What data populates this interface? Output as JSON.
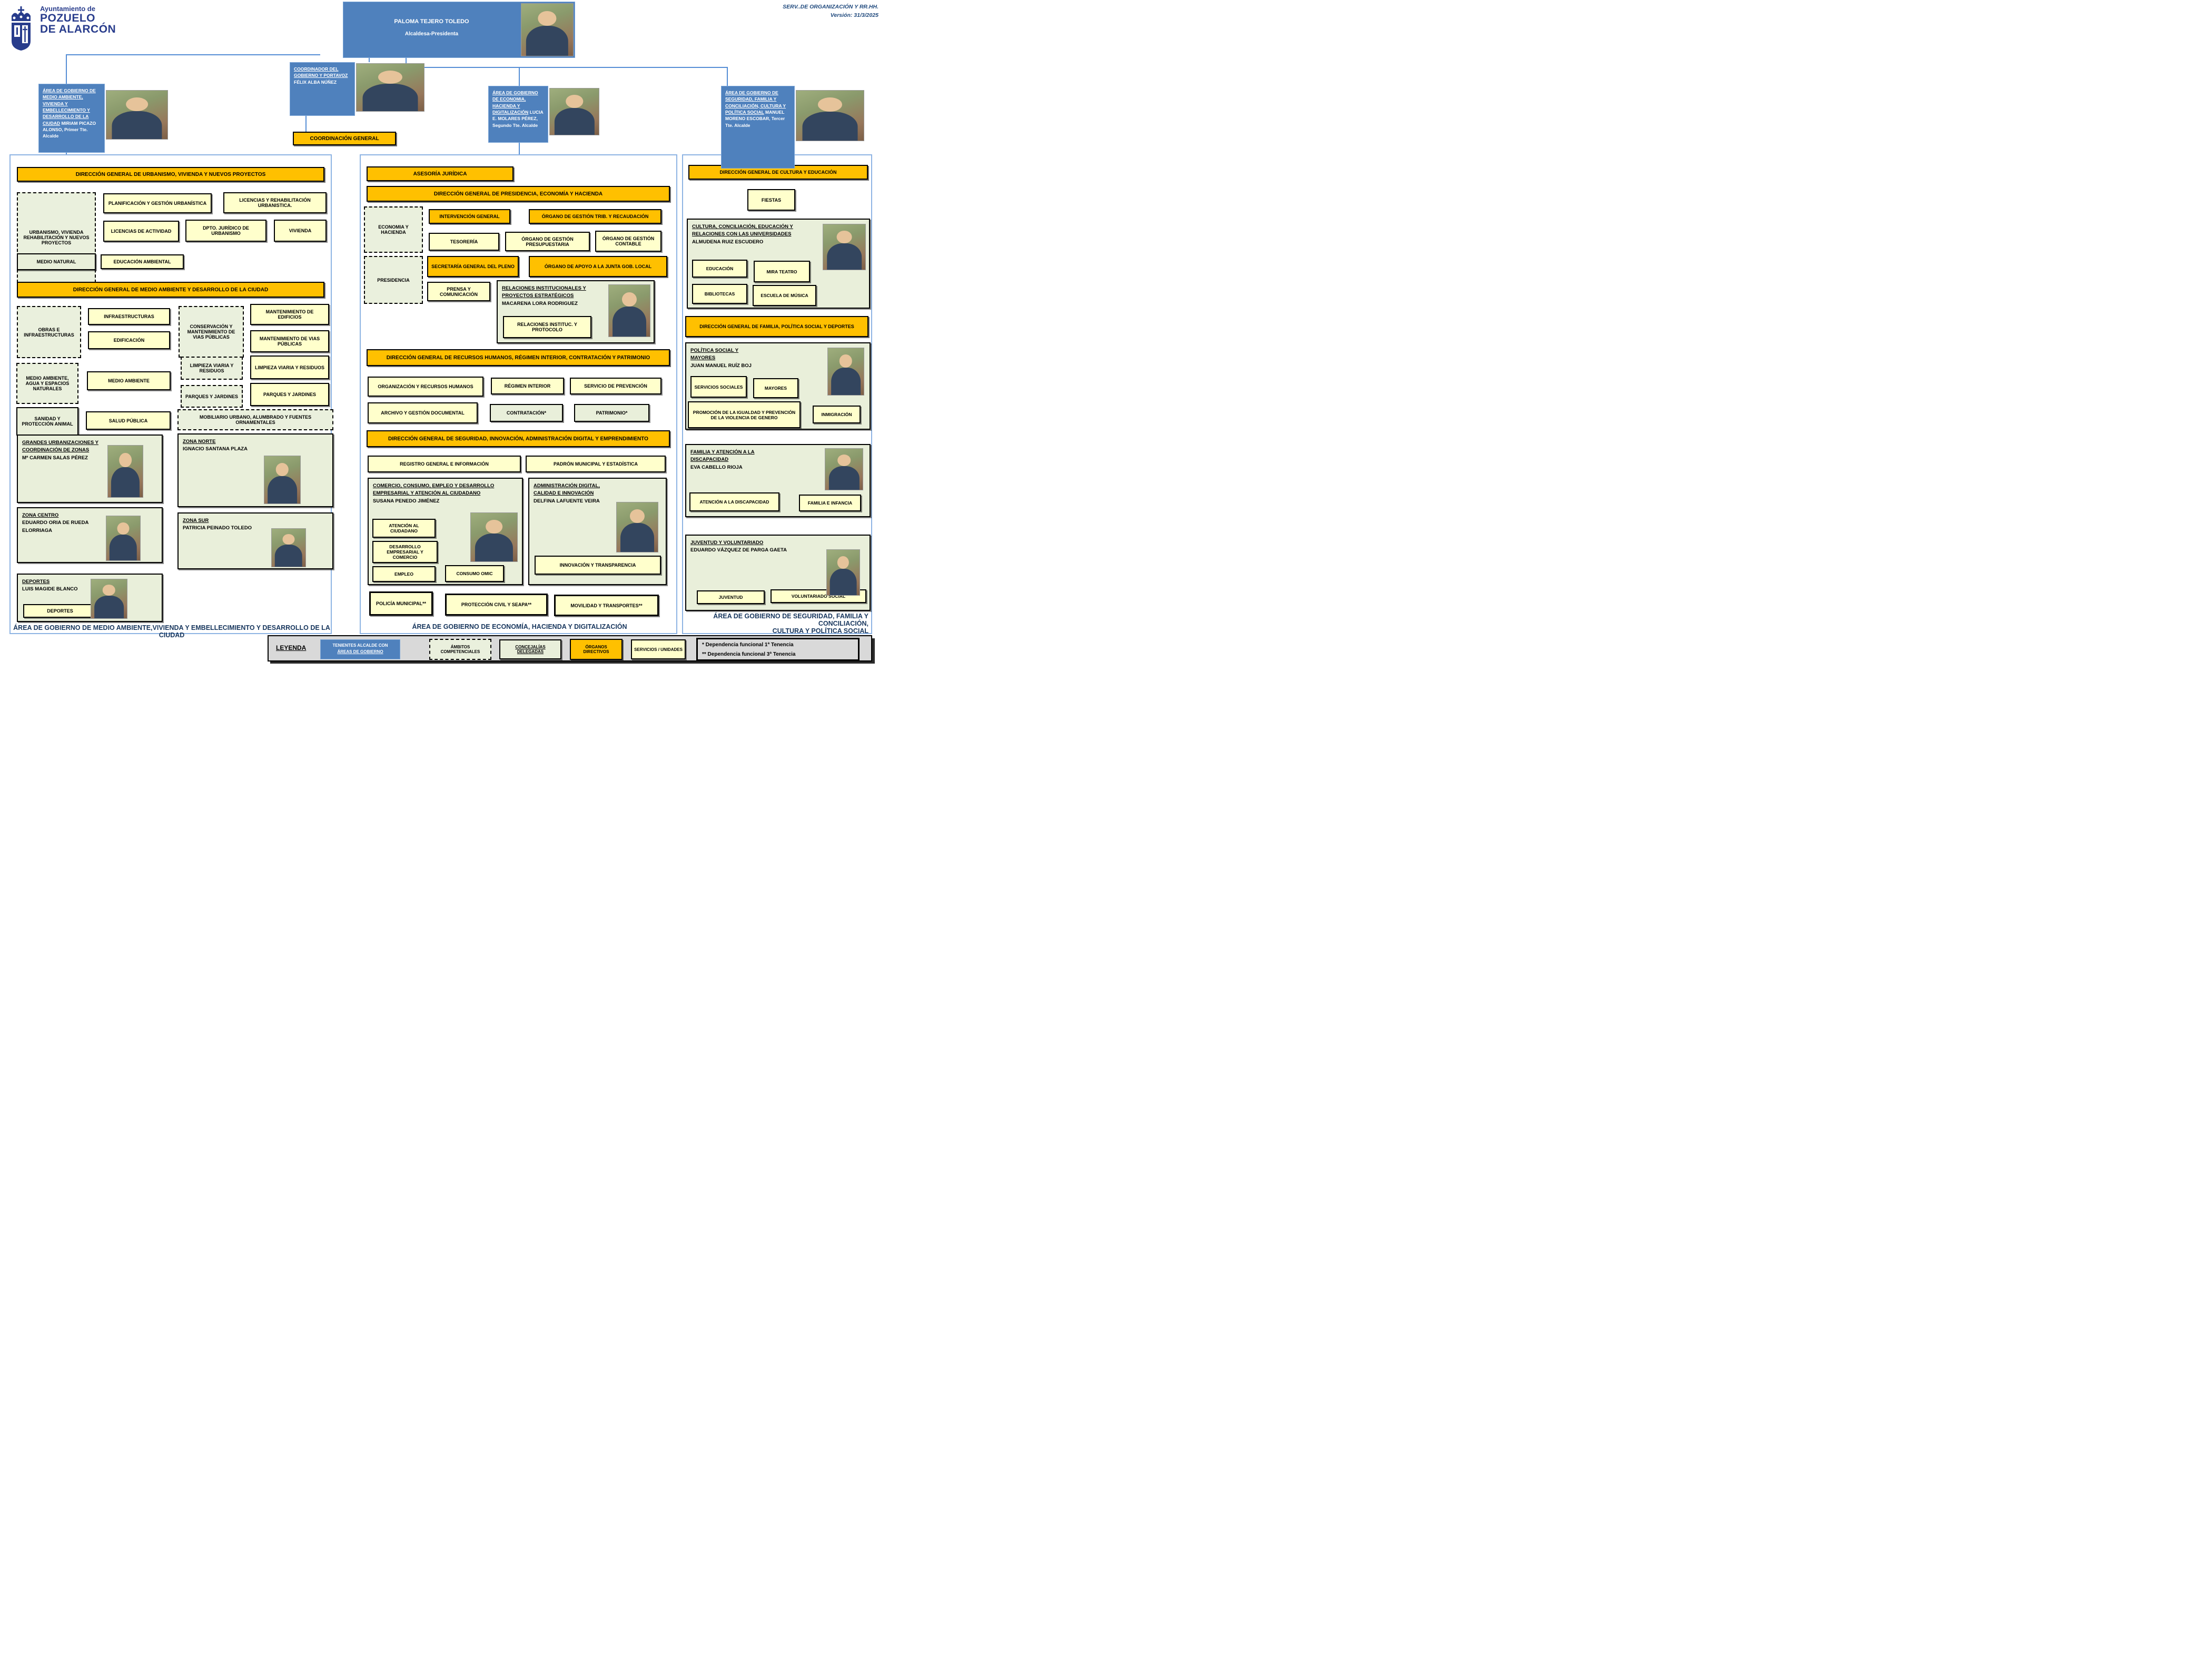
{
  "logo": {
    "line1": "Ayuntamiento de",
    "line2": "POZUELO",
    "line3": "DE ALARCÓN"
  },
  "version": {
    "line1": "SERV..DE ORGANIZACIÓN Y RR.HH.",
    "line2": "Versión: 31/3/2025"
  },
  "mayor": {
    "name": "PALOMA TEJERO TOLEDO",
    "title": "Alcaldesa-Presidenta"
  },
  "coordinator": {
    "area": "COORDINADOR DEL GOBIERNO Y PORTAVOZ",
    "holder": "FÉLIX ALBA NÚÑEZ",
    "unit": "COORDINACIÓN GENERAL"
  },
  "tenientes": {
    "t1": {
      "area": "ÁREA DE  GOBIERNO DE MEDIO AMBIENTE, VIVIENDA Y EMBELLECIMIENTO Y DESARROLLO DE LA CIUDAD",
      "holder": "MIRIAM PICAZO ALONSO, Primer Tte. Alcalde"
    },
    "t2": {
      "area": "ÁREA DE GOBIERNO DE ECONOMIA, HACIENDA Y DIGITALIZACIÓN",
      "holder": "LUCIA E. MOLARES PÉREZ, Segundo Tte. Alcalde"
    },
    "t3": {
      "area": "ÁREA DE GOBIERNO DE SEGURIDAD, FAMILIA Y CONCILIACIÓN, CULTURA Y POLÍTICA SOCIAL",
      "holder": "MANUEL MORENO ESCOBAR, Tercer Tte. Alcalde"
    }
  },
  "left": {
    "dg_urbanismo": "DIRECCIÓN GENERAL DE URBANISMO, VIVIENDA Y NUEVOS PROYECTOS",
    "ambito_urbanismo": "URBANISMO, VIVIENDA REHABILITACIÓN Y NUEVOS PROYECTOS",
    "planificacion": "PLANIFICACIÓN Y GESTIÓN URBANÍSTICA",
    "licencias_rehab": "LICENCIAS Y REHABILITACIÓN URBANISTICA.",
    "licencias_actividad": "LICENCIAS DE ACTIVIDAD",
    "dpto_juridico": "DPTO. JURÍDICO DE URBANISMO",
    "vivienda": "VIVIENDA",
    "medio_natural": "MEDIO NATURAL",
    "educacion_ambiental": "EDUCACIÓN AMBIENTAL",
    "dg_medioambiente": "DIRECCIÓN GENERAL DE MEDIO AMBIENTE Y DESARROLLO DE LA CIUDAD",
    "obras": "OBRAS E INFRAESTRUCTURAS",
    "infraestructuras": "INFRAESTRUCTURAS",
    "edificacion": "EDIFICACIÓN",
    "conservacion": "CONSERVACIÓN Y MANTENIMIENTO DE VIAS PÚBLICAS",
    "mant_edificios": "MANTENIMIENTO DE EDIFICIOS",
    "mant_vias": "MANTENIMIENTO DE VIAS PÚBLICAS",
    "medio_ambiente_agua": "MEDIO AMBIENTE, AGUA Y ESPACIOS NATURALES",
    "medio_ambiente": "MEDIO AMBIENTE",
    "limpieza_ambito": "LIMPIEZA VIARIA Y RESIDUOS",
    "limpieza": "LIMPIEZA VIARIA Y RESIDUOS",
    "parques_ambito": "PARQUES Y JARDINES",
    "parques": "PARQUES Y JARDINES",
    "sanidad": "SANIDAD Y PROTECCIÓN ANIMAL",
    "salud_publica": "SALUD PÚBLICA",
    "mobiliario": "MOBILIARIO URBANO, ALUMBRADO Y FUENTES ORNAMENTALES",
    "grandes": {
      "area": "GRANDES URBANIZACIONES Y COORDINACIÓN DE ZONAS",
      "holder": "Mª CARMEN SALAS PÉREZ"
    },
    "zona_norte": {
      "area": "ZONA NORTE",
      "holder": "IGNACIO SANTANA PLAZA"
    },
    "zona_centro": {
      "area": "ZONA CENTRO",
      "holder": "EDUARDO ORIA DE RUEDA ELORRIAGA"
    },
    "zona_sur": {
      "area": "ZONA SUR",
      "holder": "PATRICIA PEINADO TOLEDO"
    },
    "deportes": {
      "area": "DEPORTES",
      "holder": "LUIS MAGIDE BLANCO",
      "unit": "DEPORTES"
    },
    "caption": "ÁREA DE GOBIERNO DE MEDIO AMBIENTE,VIVIENDA Y EMBELLECIMIENTO Y DESARROLLO DE LA CIUDAD"
  },
  "middle": {
    "asesoria": "ASESORÍA JURÍDICA",
    "dg_presidencia": "DIRECCIÓN GENERAL DE PRESIDENCIA, ECONOMÍA Y HACIENDA",
    "economia_hacienda": "ECONOMIA Y HACIENDA",
    "intervencion": "INTERVENCIÓN GENERAL",
    "organo_trib": "ÓRGANO DE GESTIÓN TRIB. Y RECAUDACIÓN",
    "tesoreria": "TESORERÍA",
    "organo_presupuestaria": "ÓRGANO DE GESTIÓN PRESUPUESTARIA",
    "organo_contable": "ÓRGANO DE GESTIÓN CONTABLE",
    "presidencia": "PRESIDENCIA",
    "secretaria_pleno": "SECRETARÍA GENERAL DEL PLENO",
    "organo_apoyo": "ÓRGANO DE APOYO A LA JUNTA GOB. LOCAL",
    "prensa": "PRENSA Y COMUNICACIÓN",
    "relaciones": {
      "area": "RELACIONES INSTITUCIONALES Y PROYECTOS ESTRATÉGICOS",
      "holder": "MACARENA LORA RODRIGUEZ",
      "unit": "RELACIONES INSTITUC. Y PROTOCOLO"
    },
    "dg_rrhh": "DIRECCIÓN GENERAL DE RECURSOS HUMANOS, RÉGIMEN INTERIOR, CONTRATACIÓN Y PATRIMONIO",
    "organizacion_rrhh": "ORGANIZACIÓN Y RECURSOS HUMANOS",
    "regimen_interior": "RÉGIMEN INTERIOR",
    "servicio_prevencion": "SERVICIO DE PREVENCIÓN",
    "archivo": "ARCHIVO Y GESTIÓN DOCUMENTAL",
    "contratacion": "CONTRATACIÓN*",
    "patrimonio": "PATRIMONIO*",
    "dg_seguridad": "DIRECCIÓN GENERAL DE SEGURIDAD, INNOVACIÓN, ADMINISTRACIÓN DIGITAL Y EMPRENDIMIENTO",
    "registro": "REGISTRO GENERAL E INFORMACIÓN",
    "padron": "PADRÓN MUNICIPAL Y ESTADÍSTICA",
    "comercio": {
      "area": "COMERCIO, CONSUMO, EMPLEO Y DESARROLLO EMPRESARIAL Y ATENCIÓN AL CIUDADANO",
      "holder": "SUSANA PENEDO JIMÉNEZ",
      "unit1": "ATENCIÓN AL CIUDADANO",
      "unit2": "DESARROLLO EMPRESARIAL Y COMERCIO",
      "unit3": "EMPLEO",
      "unit4": "CONSUMO OMIC"
    },
    "admin_digital": {
      "area": "ADMINISTRACIÓN DIGITAL, CALIDAD E INNOVACIÓN",
      "holder": "DELFINA LAFUENTE VEIRA",
      "unit1": "INNOVACIÓN Y TRANSPARENCIA"
    },
    "policia": "POLICÍA MUNICIPAL**",
    "proteccion_civil": "PROTECCIÓN CIVIL Y SEAPA**",
    "movilidad": "MOVILIDAD Y TRANSPORTES**",
    "caption": "ÁREA DE GOBIERNO DE ECONOMÍA, HACIENDA Y DIGITALIZACIÓN"
  },
  "right": {
    "dg_cultura": "DIRECCIÓN GENERAL DE  CULTURA Y EDUCACIÓN",
    "fiestas": "FIESTAS",
    "cultura": {
      "area": "CULTURA, CONCILIACIÓN, EDUCACIÓN Y RELACIONES CON LAS UNIVERSIDADES",
      "holder": "ALMUDENA RUIZ ESCUDERO",
      "unit1": "EDUCACIÓN",
      "unit2": "MIRA TEATRO",
      "unit3": "BIBLIOTECAS",
      "unit4": "ESCUELA DE MÚSICA"
    },
    "dg_familia": "DIRECCIÓN GENERAL DE FAMILIA, POLÍTICA SOCIAL Y DEPORTES",
    "politica_social": {
      "area": "POLÍTICA SOCIAL Y MAYORES",
      "holder": "JUAN MANUEL RUÍZ BOJ",
      "unit1": "SERVICIOS SOCIALES",
      "unit2": "MAYORES",
      "unit3": "PROMOCIÓN DE LA IGUALDAD Y PREVENCIÓN DE LA VIOLENCIA DE GENERO",
      "unit4": "INMIGRACIÓN"
    },
    "familia": {
      "area": "FAMILIA Y ATENCIÓN A LA DISCAPACIDAD",
      "holder": "EVA CABELLO RIOJA",
      "unit1": "ATENCIÓN A LA DISCAPACIDAD",
      "unit2": "FAMILIA E INFANCIA"
    },
    "juventud": {
      "area": "JUVENTUD Y VOLUNTARIADO",
      "holder": "EDUARDO VÁZQUEZ DE PARGA GAETA",
      "unit1": "JUVENTUD",
      "unit2": "VOLUNTARIADO SOCIAL"
    },
    "caption1": "ÁREA DE GOBIERNO DE SEGURIDAD, FAMILIA Y CONCILIACIÓN,",
    "caption2": "CULTURA Y POLÍTICA SOCIAL"
  },
  "legend": {
    "title": "LEYENDA",
    "tenientes1": "TENIENTES ALCALDE CON",
    "tenientes2": "ÁREAS DE  GOBIERNO",
    "ambitos": "ÁMBITOS COMPETENCIALES",
    "concejalias": "CONCEJALÍAS DELEGADAS",
    "organos": "ÓRGANOS DIRECTIVOS",
    "servicios": "SERVICIOS / UNIDADES",
    "note1": "* Dependencia funcional 1ª Tenencia",
    "note2": "** Dependencia funcional 3ª Tenencia"
  },
  "colors": {
    "blue": "#4f81bd",
    "orange": "#ffc000",
    "yellow": "#ffffcc",
    "green": "#e9efda",
    "caption_blue": "#17365d",
    "line_blue": "#558ed5"
  }
}
